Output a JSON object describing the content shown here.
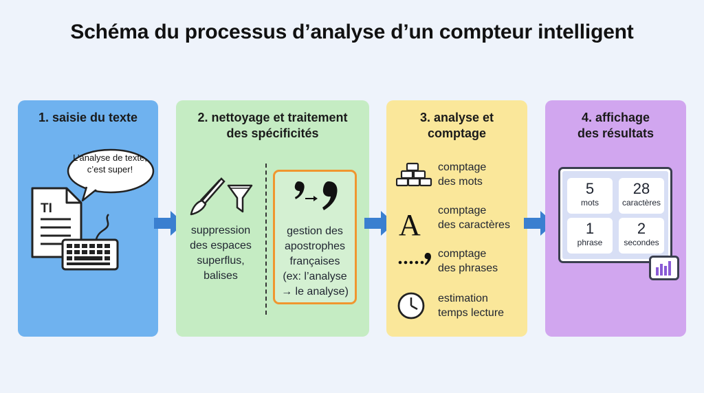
{
  "title": "Schéma du processus d’analyse d’un compteur intelligent",
  "steps": [
    {
      "title_lines": [
        "1. saisie du texte"
      ],
      "bubble_lines": [
        "L’analyse de texte,",
        "c’est super!"
      ],
      "doc_icon_text": "TI"
    },
    {
      "title_lines": [
        "2. nettoyage et traitement",
        "des spécificités"
      ],
      "left_text_lines": [
        "suppression",
        "des espaces",
        "superflus,",
        "balises"
      ],
      "right_text_lines": [
        "gestion des",
        "apostrophes",
        "françaises",
        "(ex: l’analyse",
        "→ le analyse)"
      ]
    },
    {
      "title_lines": [
        "3. analyse et",
        "comptage"
      ],
      "items": [
        {
          "icon": "bricks-icon",
          "lines": [
            "comptage",
            "des mots"
          ]
        },
        {
          "icon": "letter-a-icon",
          "lines": [
            "comptage",
            "des caractères"
          ]
        },
        {
          "icon": "dots-comma-icon",
          "lines": [
            "comptage",
            "des phrases"
          ]
        },
        {
          "icon": "clock-icon",
          "lines": [
            "estimation",
            "temps lecture"
          ]
        }
      ]
    },
    {
      "title_lines": [
        "4. affichage",
        "des résultats"
      ],
      "results": [
        {
          "value": "5",
          "label": "mots"
        },
        {
          "value": "28",
          "label": "caractères"
        },
        {
          "value": "1",
          "label": "phrase"
        },
        {
          "value": "2",
          "label": "secondes"
        }
      ]
    }
  ],
  "colors": {
    "step1": "#6fb2ef",
    "step2": "#c5ecc3",
    "step3": "#fae79a",
    "step4": "#d1a6ef",
    "arrow": "#3a7fd0",
    "highlight_border": "#f0962f"
  }
}
